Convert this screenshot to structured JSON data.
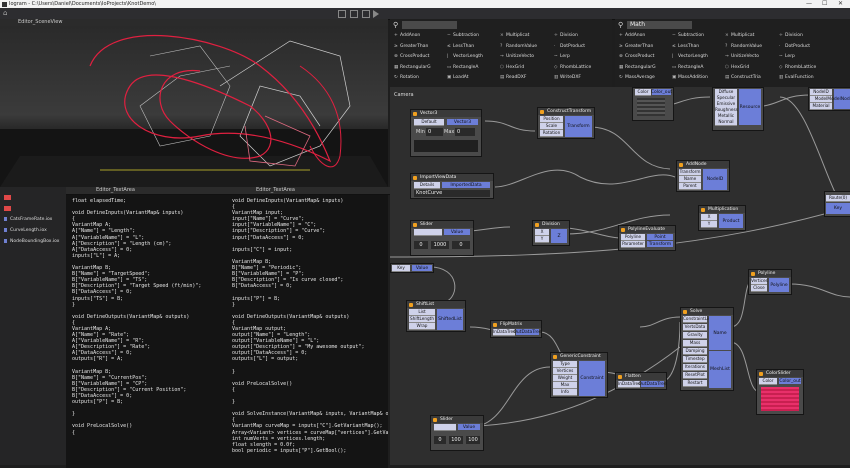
{
  "window": {
    "title": "Iogram - C:\\Users\\Daniel\\Documents\\IoProjects\\KnotDemo\\",
    "controls": [
      "—",
      "☐",
      "✕"
    ]
  },
  "scene": {
    "title": "Editor_SceneView"
  },
  "text_areas": [
    {
      "title": "Editor_TextArea",
      "lines": [
        "float elapsedTime;",
        "",
        "void DefineInputs(VariantMap& inputs)",
        "{",
        "VariantMap A;",
        "A[\"Name\"] = \"Length\";",
        "A[\"VariableName\"] = \"L\";",
        "A[\"Description\"] = \"Length (cm)\";",
        "A[\"DataAccess\"] = 0;",
        "inputs[\"L\"] = A;",
        "",
        "VariantMap B;",
        "B[\"Name\"] = \"TargetSpeed\";",
        "B[\"VariableName\"] = \"TS\";",
        "B[\"Description\"] = \"Target Speed (ft/min)\";",
        "B[\"DataAccess\"] = 0;",
        "inputs[\"TS\"] = B;",
        "}",
        "",
        "void DefineOutputs(VariantMap& outputs)",
        "{",
        "VariantMap A;",
        "A[\"Name\"] = \"Rate\";",
        "A[\"VariableName\"] = \"R\";",
        "A[\"Description\"] = \"Rate\";",
        "A[\"DataAccess\"] = 0;",
        "outputs[\"R\"] = A;",
        "",
        "VariantMap B;",
        "B[\"Name\"] = \"CurrentPos\";",
        "B[\"VariableName\"] = \"CP\";",
        "B[\"Description\"] = \"Current Position\";",
        "B[\"DataAccess\"] = 0;",
        "outputs[\"P\"] = B;",
        "",
        "}",
        "",
        "void PreLocalSolve()",
        "{"
      ]
    },
    {
      "title": "Editor_TextArea",
      "lines": [
        "void DefineInputs(VariantMap& inputs)",
        "{",
        "VariantMap input;",
        "input[\"Name\"] = \"Curve\";",
        "input[\"VariableName\"] = \"C\";",
        "input[\"Description\"] = \"Curve\";",
        "input[\"DataAccess\"] = 0;",
        "",
        "inputs[\"C\"] = input;",
        "",
        "VariantMap B;",
        "B[\"Name\"] = \"Periodic\";",
        "B[\"VariableName\"] = \"P\";",
        "B[\"Description\"] = \"Is curve closed\";",
        "B[\"DataAccess\"] = 0;",
        "",
        "inputs[\"P\"] = B;",
        "}",
        "",
        "void DefineOutputs(VariantMap& outputs)",
        "{",
        "VariantMap output;",
        "output[\"Name\"] = \"Length\";",
        "output[\"VariableName\"] = \"L\";",
        "output[\"Description\"] = \"My awesome output\";",
        "output[\"DataAccess\"] = 0;",
        "outputs[\"L\"] = output;",
        "",
        "}",
        "",
        "void PreLocalSolve()",
        "{",
        "",
        "}",
        "",
        "void SolveInstance(VariantMap& inputs, VariantMap& outputs)",
        "{",
        "VariantMap curveMap = inputs[\"C\"].GetVariantMap();",
        "Array<Variant> vertices = curveMap[\"vertices\"].GetVariantVector",
        "int numVerts = vertices.length;",
        "float slength = 0.0f;",
        "bool periodic = inputs[\"P\"].GetBool();"
      ]
    }
  ],
  "files": [
    "CatsFrameRate.iox",
    "CurveLength.iox",
    "NodeBoundingBox.iox"
  ],
  "func_panels": [
    {
      "search": "",
      "items": [
        "AddAnon",
        "Subtraction",
        "Multiplicat",
        "Division",
        "GreaterThan",
        "LessThan",
        "RandomValue",
        "DotProduct",
        "CrossProduct",
        "VectorLength",
        "UnitizeVecto",
        "Lerp",
        "RectangularG",
        "RectangleA",
        "HexGrid",
        "RhombLattice",
        "Rotation",
        "LoadAt",
        "ReadDXF",
        "WriteDXF"
      ]
    },
    {
      "search": "Math",
      "items": [
        "AddAnon",
        "Subtraction",
        "Multiplicat",
        "Division",
        "GreaterThan",
        "LessThan",
        "RandomValue",
        "DotProduct",
        "CrossProduct",
        "VectorLength",
        "UnitizeVecto",
        "Lerp",
        "RectangularG",
        "RectangleA",
        "HexGrid",
        "RhombLattice",
        "MassAverage",
        "MassAddition",
        "ConstructTria",
        "EvalFunction"
      ]
    }
  ],
  "graph": {
    "label": "Camera",
    "nodes": {
      "vector3": {
        "title": "Vector3",
        "ins": [
          "Default"
        ],
        "out": "Vector3",
        "min": "Min",
        "max": "Max",
        "minv": "0",
        "maxv": "0"
      },
      "construct": {
        "title": "ConstructTransform",
        "ins": [
          "Position",
          "Scale",
          "Rotation"
        ],
        "out": "Transform"
      },
      "color": {
        "title": "",
        "ins": [
          "Color"
        ],
        "out": "Color_out"
      },
      "resource": {
        "title": "",
        "ins": [
          "Diffuse",
          "Specular",
          "Emissive",
          "Roughness",
          "Metallic",
          "Normal"
        ],
        "out": "Resource"
      },
      "addnode": {
        "title": "AddNode",
        "ins": [
          "Transform",
          "Name",
          "Parent"
        ],
        "out": "NodeID"
      },
      "importview": {
        "title": "ImportViewData",
        "ins": [
          "Details"
        ],
        "out": "ImportedData",
        "value": "KnotCurve"
      },
      "slider1": {
        "title": "Slider",
        "ins": [
          ""
        ],
        "out": "Value",
        "v0": "0",
        "v1": "1000",
        "v2": "0"
      },
      "division": {
        "title": "Division",
        "ins": [
          "X",
          "Y"
        ],
        "out": "Z"
      },
      "polyeval": {
        "title": "PolylineEvaluate",
        "ins": [
          "Polyline",
          "Parameter"
        ],
        "outs": [
          "Point",
          "Transform"
        ]
      },
      "multiplication": {
        "title": "Multiplication",
        "ins": [
          "X",
          "Y"
        ],
        "out": "Product"
      },
      "rightnode": {
        "ins": [
          "NodeID",
          "Model",
          "Material"
        ],
        "out": "ModelNodeId"
      },
      "rightnode2": {
        "ins": [
          "Route(0)"
        ],
        "out": "Key"
      },
      "keynode": {
        "ins": [
          "Key"
        ],
        "out": "Value"
      },
      "shiftlist": {
        "title": "ShiftList",
        "ins": [
          "List",
          "ShiftLength",
          "Wrap"
        ],
        "out": "ShiftedList"
      },
      "flipmatrix": {
        "title": "FlipMatrix",
        "ins": [
          "InDataTree"
        ],
        "out": "OutDataTree"
      },
      "generic": {
        "title": "GenericConstraint",
        "ins": [
          "Type",
          "Vertices",
          "Weight",
          "Max",
          "Info"
        ],
        "out": "Constraint"
      },
      "flatten": {
        "title": "Flatten",
        "ins": [
          "InDataTree"
        ],
        "out": "OutDataTree"
      },
      "solve": {
        "title": "Solve",
        "ins": [
          "ConstraintList",
          "VertsData",
          "Gravity",
          "Mass",
          "Damping",
          "Timestep",
          "Iterations",
          "ResetPlot",
          "Restart"
        ],
        "outs": [
          "Name",
          "MeshList"
        ]
      },
      "polyline": {
        "title": "Polyline",
        "ins": [
          "Vertices",
          "Close"
        ],
        "out": "Polyline"
      },
      "colorslider": {
        "title": "ColorSlider",
        "ins": [
          "Color"
        ],
        "out": "Color_out"
      },
      "slider2": {
        "title": "Slider",
        "ins": [
          ""
        ],
        "out": "Value",
        "v0": "0",
        "v1": "100",
        "v2": "100"
      }
    }
  },
  "colors": {
    "accent": "#6c7ed8",
    "port": "#cfd2ea",
    "nodeicon": "#f0a020",
    "curve_red": "#e02040",
    "swatch": "#e8306a"
  }
}
